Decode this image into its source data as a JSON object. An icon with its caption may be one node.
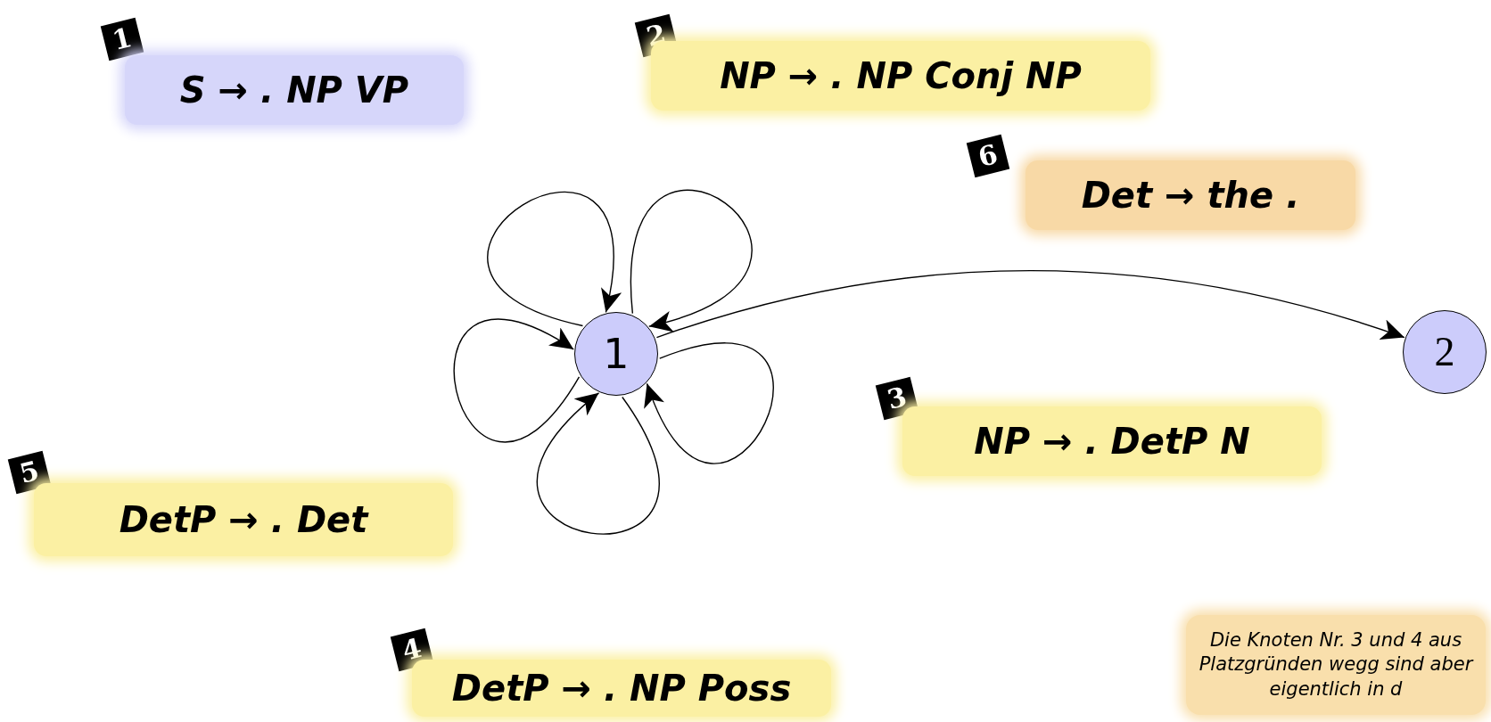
{
  "diagram": {
    "nodes": [
      {
        "text": [
          "1"
        ]
      },
      {
        "text": [
          "2"
        ]
      },
      {
        "text": [
          "1",
          "S → . NP VP"
        ]
      },
      {
        "text": [
          "2",
          "NP → . NP Conj NP"
        ]
      },
      {
        "text": [
          "6",
          "Det → the ."
        ]
      },
      {
        "text": [
          "3",
          "NP → . DetP N"
        ]
      },
      {
        "text": [
          "5",
          "DetP → . Det"
        ]
      },
      {
        "text": [
          "4",
          "DetP → . NP Poss"
        ]
      },
      {
        "text": [
          "Die Knoten Nr. 3 und 4 aus Platzgründen wegg sind aber eigentlich in d"
        ]
      }
    ],
    "edges": [
      {
        "from": 0,
        "to": 0,
        "arrow": "to"
      },
      {
        "from": 0,
        "to": 0,
        "arrow": "to"
      },
      {
        "from": 0,
        "to": 0,
        "arrow": "to"
      },
      {
        "from": 0,
        "to": 0,
        "arrow": "to"
      },
      {
        "from": 0,
        "to": 0,
        "arrow": "to"
      },
      {
        "from": 0,
        "to": 1,
        "arrow": "to"
      }
    ]
  }
}
